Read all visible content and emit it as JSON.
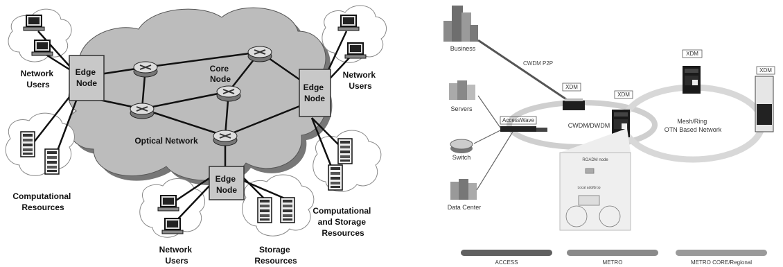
{
  "left_panel": {
    "optical_network_label": "Optical Network",
    "core_node_label": [
      "Core",
      "Node"
    ],
    "edge_node_left": [
      "Edge",
      "Node"
    ],
    "edge_node_right": [
      "Edge",
      "Node"
    ],
    "edge_node_bottom": [
      "Edge",
      "Node"
    ],
    "network_users_left": [
      "Network",
      "Users"
    ],
    "network_users_right": [
      "Network",
      "Users"
    ],
    "network_users_bottom": [
      "Network",
      "Users"
    ],
    "computational_resources": [
      "Computational",
      "Resources"
    ],
    "storage_resources": [
      "Storage",
      "Resources"
    ],
    "comp_storage_resources": [
      "Computational",
      "and Storage",
      "Resources"
    ]
  },
  "right_panel": {
    "business": "Business",
    "cwdm_p2p": "CWDM P2P",
    "servers": "Servers",
    "switch": "Switch",
    "data_center": "Data Center",
    "accesswave": "AccessWave",
    "xdm_1": "XDM",
    "xdm_2": "XDM",
    "xdm_3": "XDM",
    "xdm_4": "XDM",
    "ring1_label": "CWDM/DWDM",
    "ring2_label": [
      "Mesh/Ring",
      "OTN Based Network"
    ],
    "roadm_node": "ROADM node",
    "local_add_drop": "Local add/drop",
    "bars": [
      {
        "label": "ACCESS",
        "color": "#606060"
      },
      {
        "label": "METRO",
        "color": "#8a8a8a"
      },
      {
        "label": "METRO CORE/Regional",
        "color": "#9a9a9a"
      }
    ]
  }
}
